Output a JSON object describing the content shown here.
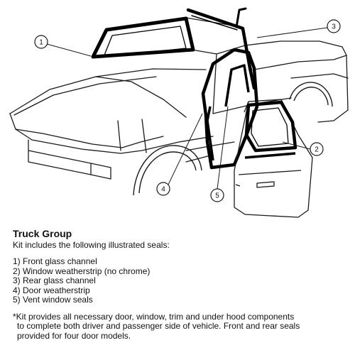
{
  "diagram": {
    "callouts": [
      "1",
      "2",
      "3",
      "4",
      "5"
    ]
  },
  "caption": {
    "title": "Truck Group",
    "intro": "Kit includes the following illustrated seals:",
    "seals": [
      "1) Front glass channel",
      "2) Window weatherstrip (no chrome)",
      "3) Rear glass channel",
      "4) Door weatherstrip",
      "5) Vent window seals"
    ],
    "note_lines": [
      "*Kit provides all necessary door, window, trim and under hood components",
      "to complete both driver and  passenger side of vehicle.  Front and rear seals",
      "provided for four door models."
    ]
  }
}
